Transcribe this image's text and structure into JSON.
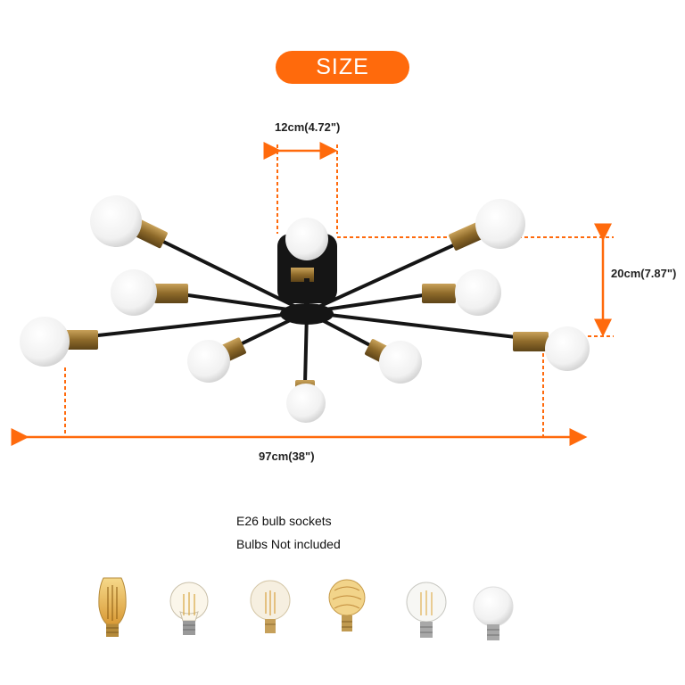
{
  "header": {
    "badge_label": "SIZE"
  },
  "dimensions": {
    "center_width": "12cm(4.72\")",
    "height": "20cm(7.87\")",
    "overall_width": "97cm(38\")"
  },
  "notes": {
    "socket": "E26 bulb sockets",
    "bulbs": "Bulbs Not included"
  },
  "colors": {
    "accent": "#ff6a0c",
    "fixture_black": "#151515",
    "brass": "#9c7a36",
    "bulb_white": "#f3f3f3"
  },
  "bulb_types": [
    {
      "icon": "st64-edison-filament-bulb-icon"
    },
    {
      "icon": "a19-filament-bulb-icon"
    },
    {
      "icon": "g25-clear-globe-bulb-icon"
    },
    {
      "icon": "g30-vintage-globe-bulb-icon"
    },
    {
      "icon": "g25-led-filament-globe-bulb-icon"
    },
    {
      "icon": "g25-frosted-globe-bulb-icon"
    }
  ]
}
